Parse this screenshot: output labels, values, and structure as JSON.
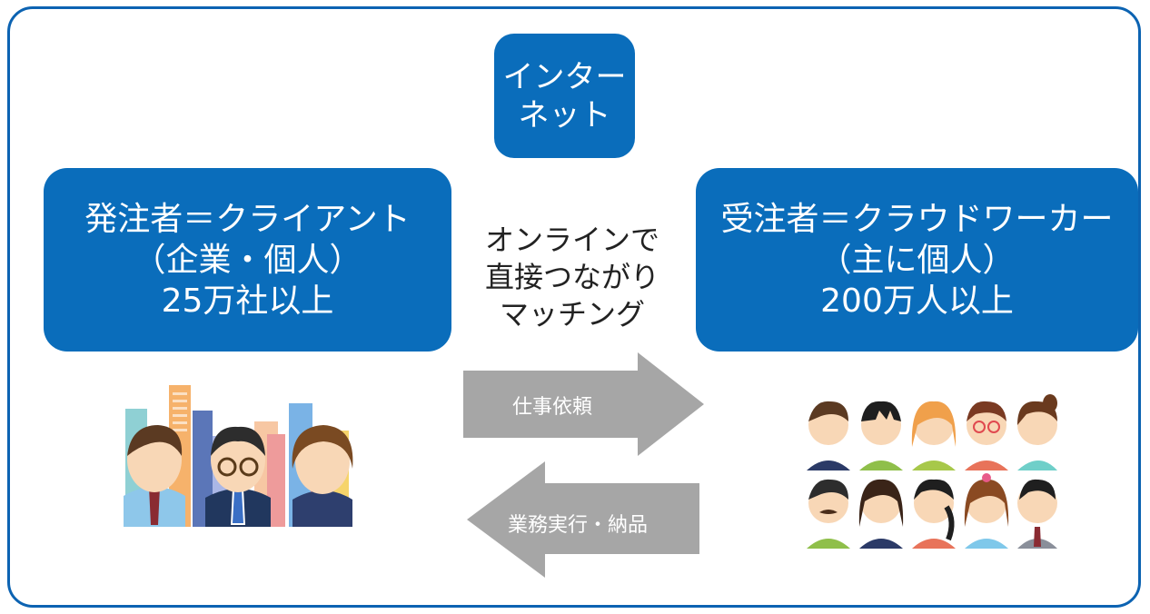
{
  "internet_box": {
    "lines": [
      "インター",
      "ネット"
    ]
  },
  "client_box": {
    "lines": [
      "発注者＝クライアント",
      "（企業・個人）",
      "25万社以上"
    ]
  },
  "worker_box": {
    "lines": [
      "受注者＝クラウドワーカー",
      "（主に個人）",
      "200万人以上"
    ]
  },
  "center_label": {
    "lines": [
      "オンラインで",
      "直接つながり",
      "マッチング"
    ]
  },
  "arrow_right": {
    "label": "仕事依頼"
  },
  "arrow_left": {
    "label": "業務実行・納品"
  },
  "colors": {
    "box_blue": "#0a6dbb",
    "frame_blue": "#0c63b2",
    "arrow_gray": "#a6a6a6"
  },
  "icons": [
    "company-people-illustration",
    "crowd-workers-illustration"
  ]
}
